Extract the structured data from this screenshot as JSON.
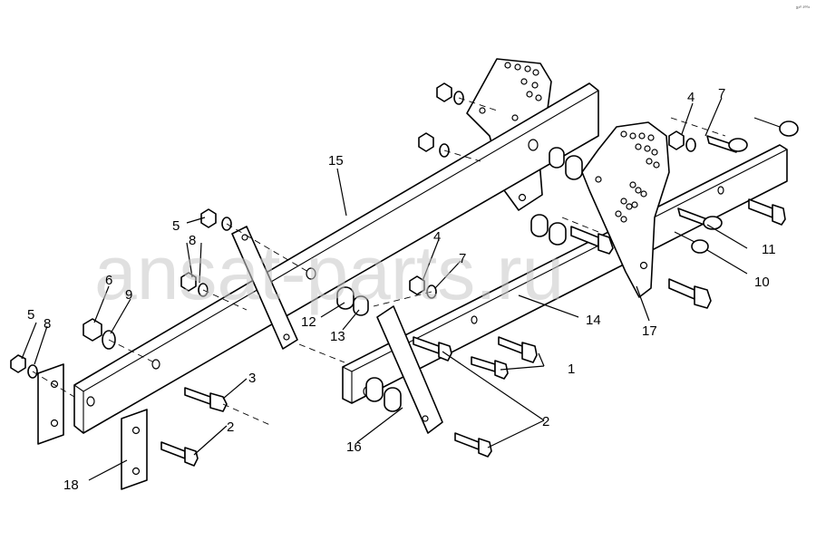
{
  "watermark": "ansat-parts.ru",
  "page_code": "s¹⁰ ²⁰⁰⁶",
  "callouts": [
    {
      "id": "c1",
      "label": "1"
    },
    {
      "id": "c2a",
      "label": "2"
    },
    {
      "id": "c2b",
      "label": "2"
    },
    {
      "id": "c3",
      "label": "3"
    },
    {
      "id": "c4a",
      "label": "4"
    },
    {
      "id": "c4b",
      "label": "4"
    },
    {
      "id": "c5a",
      "label": "5"
    },
    {
      "id": "c5b",
      "label": "5"
    },
    {
      "id": "c6",
      "label": "6"
    },
    {
      "id": "c7a",
      "label": "7"
    },
    {
      "id": "c7b",
      "label": "7"
    },
    {
      "id": "c8a",
      "label": "8"
    },
    {
      "id": "c8b",
      "label": "8"
    },
    {
      "id": "c9",
      "label": "9"
    },
    {
      "id": "c10",
      "label": "10"
    },
    {
      "id": "c11",
      "label": "11"
    },
    {
      "id": "c12",
      "label": "12"
    },
    {
      "id": "c13",
      "label": "13"
    },
    {
      "id": "c14",
      "label": "14"
    },
    {
      "id": "c15",
      "label": "15"
    },
    {
      "id": "c16",
      "label": "16"
    },
    {
      "id": "c17",
      "label": "17"
    },
    {
      "id": "c18",
      "label": "18"
    }
  ]
}
